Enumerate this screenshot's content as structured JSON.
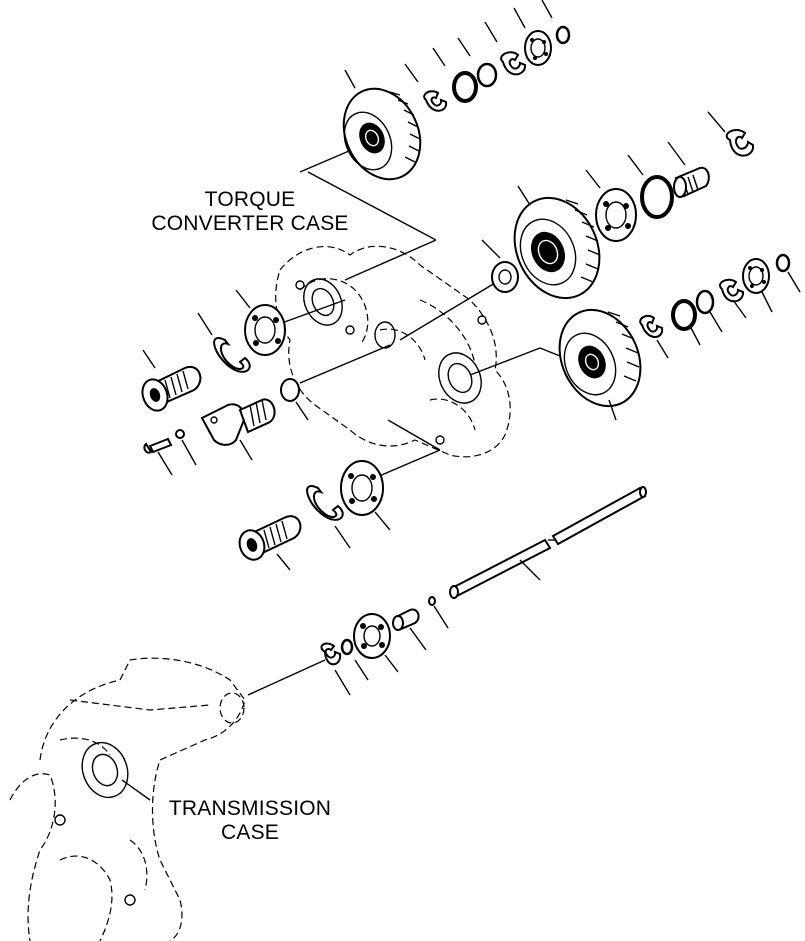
{
  "labels": {
    "torque_converter_case": [
      "TORQUE",
      "CONVERTER CASE"
    ],
    "transmission_case": [
      "TRANSMISSION",
      "CASE"
    ]
  }
}
